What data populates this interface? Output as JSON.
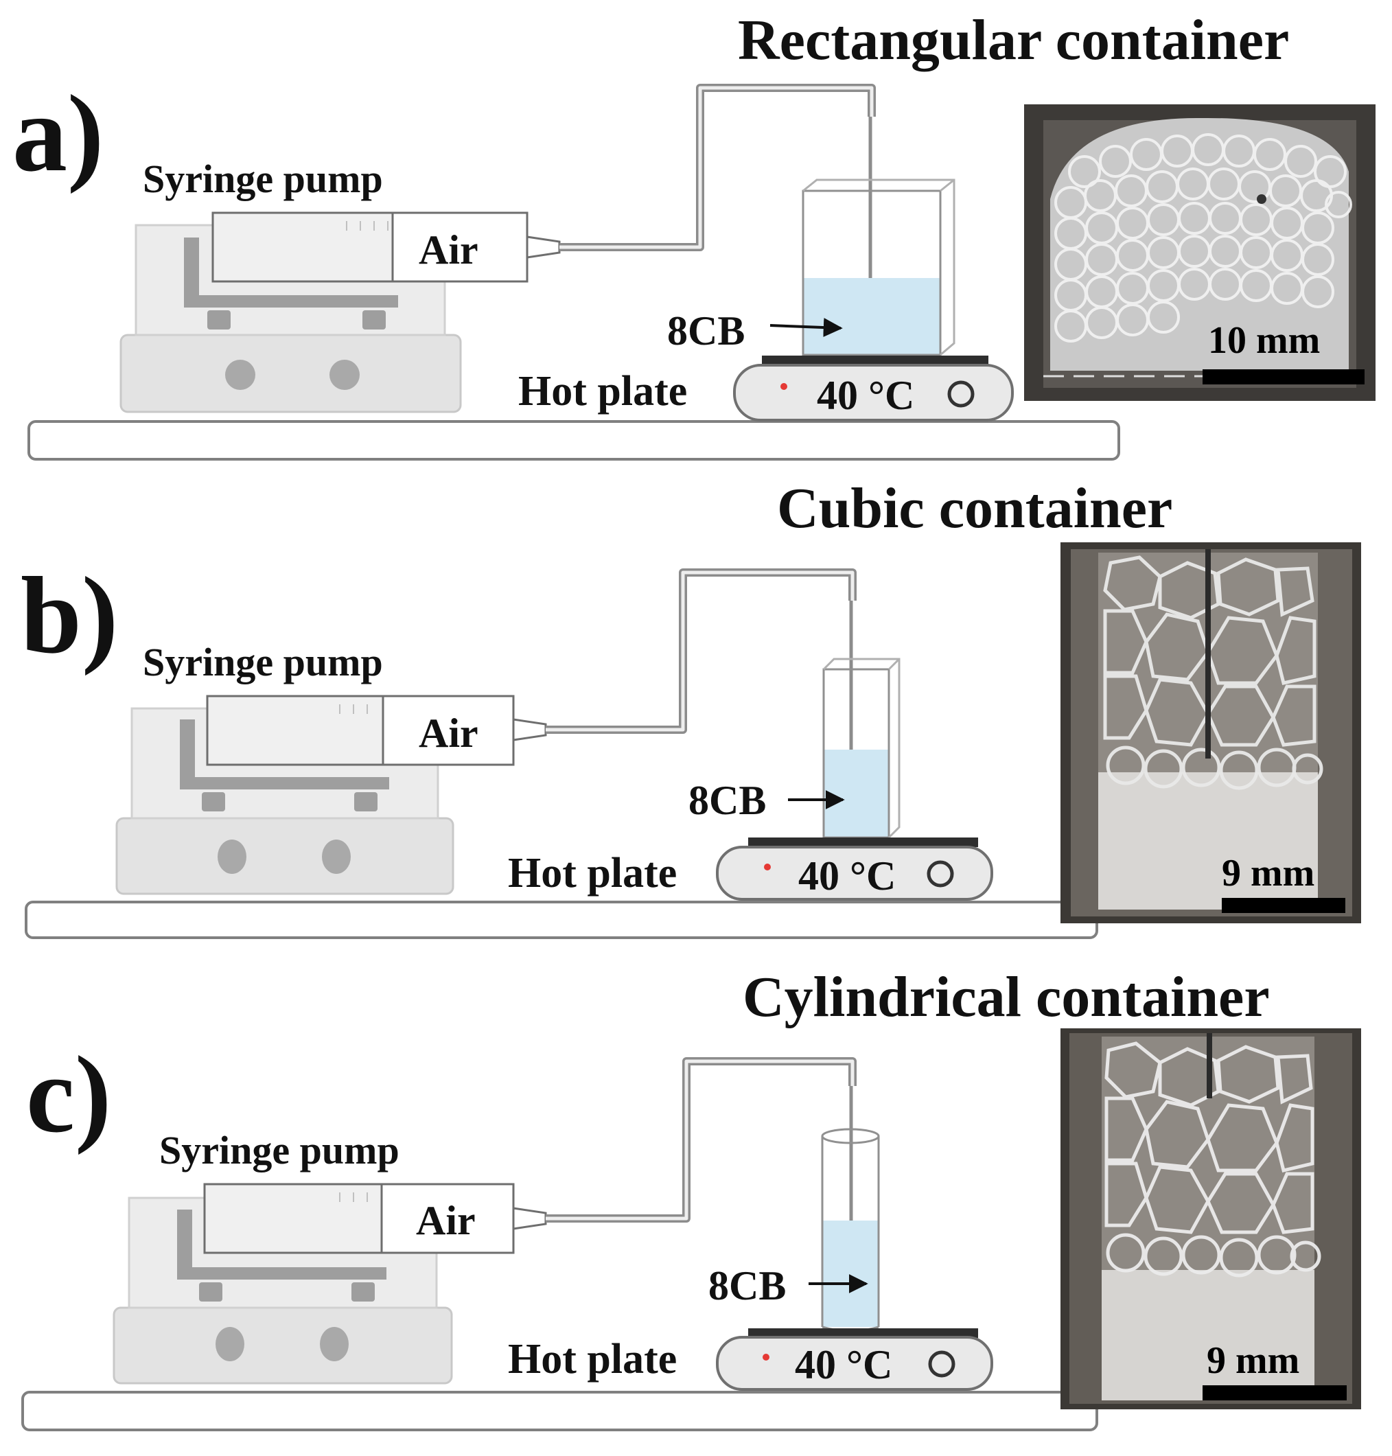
{
  "colors": {
    "liquid": "#cfe7f3",
    "pump_body": "#e6e6e6",
    "pump_dark": "#9e9e9e",
    "tube": "#8c8c8c",
    "photo_bg": "#4a4540",
    "cell_line": "#dcdcdc",
    "hot_plate": "#e9e9e9",
    "indicator": "#e53935"
  },
  "panels": [
    {
      "id": "a",
      "letter": "a)",
      "title": "Rectangular container",
      "pump_label": "Syringe pump",
      "air_label": "Air",
      "material_label": "8CB",
      "hot_plate_label": "Hot plate",
      "temperature": "40 °C",
      "scale_bar": "10 mm",
      "container_shape": "rectangular"
    },
    {
      "id": "b",
      "letter": "b)",
      "title": "Cubic container",
      "pump_label": "Syringe pump",
      "air_label": "Air",
      "material_label": "8CB",
      "hot_plate_label": "Hot plate",
      "temperature": "40 °C",
      "scale_bar": "9 mm",
      "container_shape": "cubic"
    },
    {
      "id": "c",
      "letter": "c)",
      "title": "Cylindrical container",
      "pump_label": "Syringe pump",
      "air_label": "Air",
      "material_label": "8CB",
      "hot_plate_label": "Hot plate",
      "temperature": "40 °C",
      "scale_bar": "9 mm",
      "container_shape": "cylindrical"
    }
  ]
}
